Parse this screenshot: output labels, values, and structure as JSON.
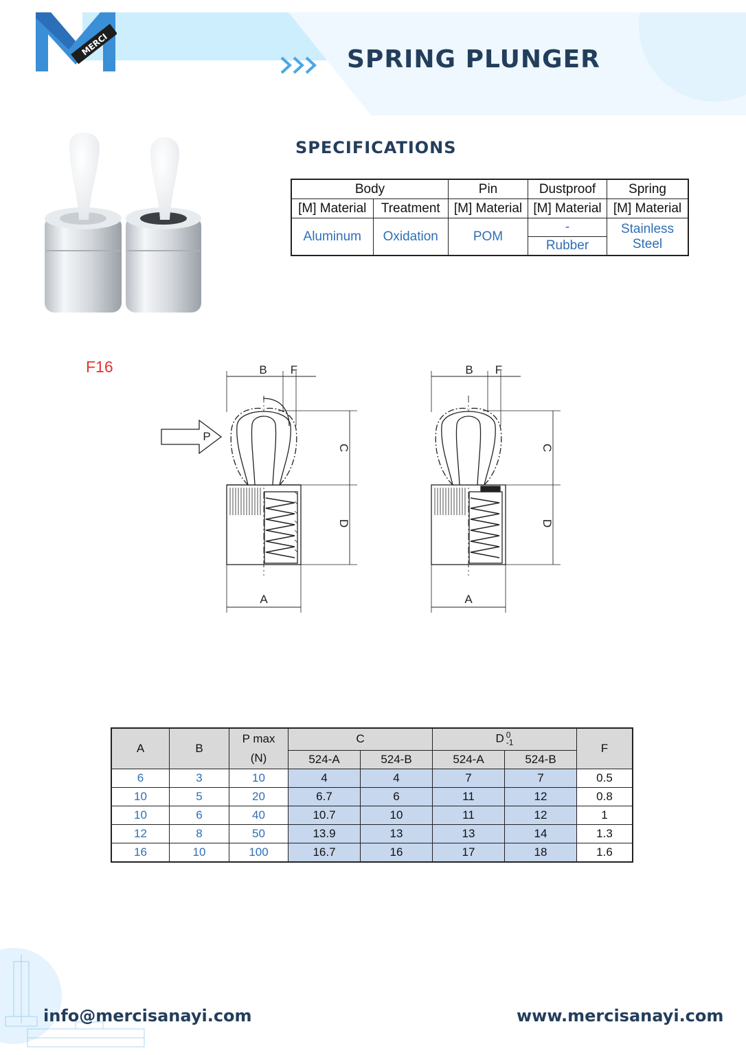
{
  "brand": {
    "logo_text": "MERCI"
  },
  "header": {
    "title": "SPRING PLUNGER"
  },
  "specs": {
    "title": "SPECIFICATIONS",
    "group_headers": [
      "Body",
      "Pin",
      "Dustproof",
      "Spring"
    ],
    "sub_headers": [
      "[M] Material",
      "Treatment",
      "[M] Material",
      "[M] Material",
      "[M] Material"
    ],
    "values": {
      "body_material": "Aluminum",
      "body_treatment": "Oxidation",
      "pin_material": "POM",
      "dustproof_a": "-",
      "dustproof_b": "Rubber",
      "spring_line1": "Stainless",
      "spring_line2": "Steel"
    }
  },
  "model_code": "F16",
  "drawing": {
    "labels": {
      "a": "A",
      "b": "B",
      "c": "C",
      "d": "D",
      "f": "F",
      "p": "P"
    }
  },
  "size_table": {
    "headers": {
      "a": "A",
      "b": "B",
      "p_line1": "P max",
      "p_line2": "(N)",
      "c": "C",
      "d": "D",
      "d_tol_upper": "0",
      "d_tol_lower": "-1",
      "f": "F"
    },
    "sub_headers": [
      "524-A",
      "524-B",
      "524-A",
      "524-B"
    ],
    "rows": [
      [
        "6",
        "3",
        "10",
        "4",
        "4",
        "7",
        "7",
        "0.5"
      ],
      [
        "10",
        "5",
        "20",
        "6.7",
        "6",
        "11",
        "12",
        "0.8"
      ],
      [
        "10",
        "6",
        "40",
        "10.7",
        "10",
        "11",
        "12",
        "1"
      ],
      [
        "12",
        "8",
        "50",
        "13.9",
        "13",
        "13",
        "14",
        "1.3"
      ],
      [
        "16",
        "10",
        "100",
        "16.7",
        "16",
        "17",
        "18",
        "1.6"
      ]
    ]
  },
  "footer": {
    "email": "info@mercisanayi.com",
    "website": "www.mercisanayi.com"
  },
  "colors": {
    "navy": "#233e5c",
    "blue_text": "#2e6fb5",
    "red_code": "#e8322c",
    "table_highlight": "#c6d7ee",
    "header_band": "#dff2fd"
  }
}
